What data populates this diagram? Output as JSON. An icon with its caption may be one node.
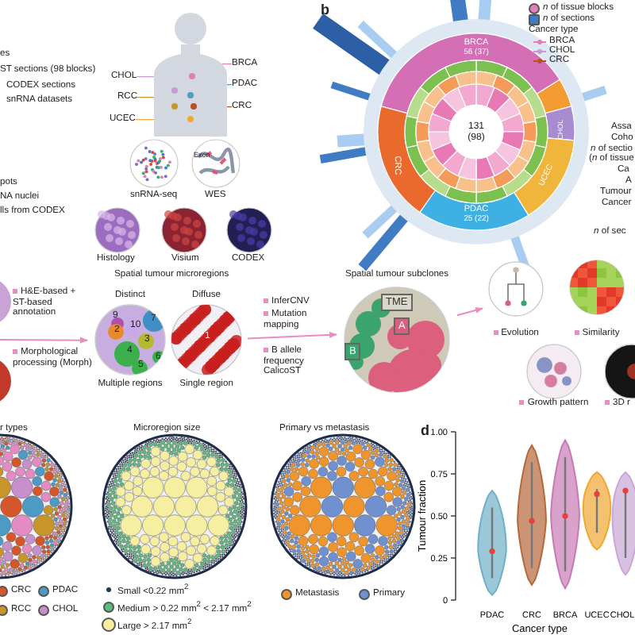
{
  "diagram": {
    "nodes": [
      {
        "text": [],
        "shape": "person"
      },
      {
        "text": [
          "CHOL"
        ]
      },
      {
        "text": [
          "RCC"
        ]
      },
      {
        "text": [
          "UCEC"
        ]
      },
      {
        "text": [
          "BRCA"
        ]
      },
      {
        "text": [
          "PDAC"
        ]
      },
      {
        "text": [
          "CRC"
        ]
      },
      {
        "text": [],
        "shape": "circle",
        "in": 0
      },
      {
        "text": [],
        "shape": "circle",
        "in": 0
      },
      {
        "text": [],
        "shape": "circle",
        "in": 0
      },
      {
        "text": [],
        "shape": "circle",
        "in": 0
      },
      {
        "text": [],
        "shape": "circle",
        "in": 0
      },
      {
        "text": [],
        "shape": "circle",
        "in": 0
      },
      {
        "text": [
          "Distinct"
        ],
        "beside": [
          "Multiple regions"
        ]
      },
      {
        "text": [
          "Diffuse"
        ],
        "beside": [
          "Single region"
        ]
      },
      {
        "text": [
          "Spatial tumour subclones"
        ]
      },
      {
        "text": [
          "TME"
        ],
        "in": 15
      },
      {
        "text": [
          "A"
        ],
        "in": 15
      },
      {
        "text": [
          "B"
        ],
        "in": 15
      },
      {
        "text": [
          "Evolution"
        ]
      },
      {
        "text": [
          "Similarity"
        ]
      },
      {
        "text": [
          "Growth pattern"
        ]
      },
      {
        "text": [
          "3D r"
        ]
      }
    ],
    "edges": [
      {
        "from": 1,
        "to": 8,
        "arrow": "none",
        "color": "#c79ad6"
      },
      {
        "from": 2,
        "to": 10,
        "arrow": "none",
        "color": "#c8952b"
      },
      {
        "from": 3,
        "to": 12,
        "arrow": "none",
        "color": "#f0a830"
      },
      {
        "from": 4,
        "to": 7,
        "arrow": "none",
        "color": "#e07fb8"
      },
      {
        "from": 5,
        "to": 9,
        "arrow": "none",
        "color": "#4d9bc4"
      },
      {
        "from": 6,
        "to": 11,
        "arrow": "none",
        "color": "#b5502a"
      },
      {
        "from": null,
        "to": 13,
        "arrow": "to"
      },
      {
        "from": 14,
        "to": 15,
        "arrow": "to"
      },
      {
        "from": 15,
        "to": 19,
        "arrow": "to"
      }
    ],
    "labels": [
      "es",
      "ST sections (98 blocks)",
      "CODEX sections",
      "snRNA datasets",
      "snRNA-seq",
      "WES",
      "Exon",
      "pots",
      "NA nuclei",
      "lls from CODEX",
      "Histology",
      "Visium",
      "CODEX",
      "b",
      "Cancer type",
      "BRCA",
      "56 (37)",
      "131 (98)",
      "CHOL",
      "CRC",
      "UCEC",
      "PDAC",
      "25 (22)",
      "Assa",
      "Coho",
      "*n* of sectio",
      "(*n* of tissue",
      "Ca",
      "A",
      "Tumour",
      "Cancer",
      "*n* of sec",
      "H&E-based + ST-based annotation",
      "Morphological processing (Morph)",
      "Spatial tumour microregions",
      "9",
      "10",
      "7",
      "2",
      "3",
      "4",
      "5",
      "6",
      "1",
      "InferCNV",
      "Mutation mapping",
      "B allele frequency CalicoST",
      "r types",
      "Microregion size",
      "Primary vs metastasis",
      "d"
    ],
    "legend": [
      {
        "text": "*n* of tissue blocks",
        "color": "#e07fb8"
      },
      {
        "text": "*n* of sections",
        "color": "#3f7cc4"
      },
      {
        "text": "BRCA"
      },
      {
        "text": "CHOL"
      },
      {
        "text": "CRC"
      },
      {
        "text": "CRC",
        "color": "#d5562b"
      },
      {
        "text": "PDAC",
        "color": "#4d9bc4"
      },
      {
        "text": "RCC",
        "color": "#c8952b"
      },
      {
        "text": "CHOL",
        "color": "#c78fcc"
      },
      {
        "text": "Small <0.22 mm$^{2}$",
        "color": "#243659"
      },
      {
        "text": "Medium > 0.22 mm$^{2}$ < 2.17 mm$^{2}$",
        "color": "#5dbb7d"
      },
      {
        "text": "Large > 2.17 mm$^{2}$",
        "color": "#f6eea0"
      },
      {
        "text": "Metastasis",
        "color": "#f0952b"
      },
      {
        "text": "Primary",
        "color": "#7090d0"
      }
    ],
    "chart_data": {
      "type": "scatter",
      "xlabel": "Cancer type",
      "ylabel": "Tumour fraction",
      "categories": [
        "PDAC",
        "CRC",
        "BRCA",
        "UCEC",
        "CHOL"
      ],
      "values": [
        0.29,
        0.47,
        0.5,
        0.63,
        0.65
      ],
      "ylim": [
        0,
        1
      ],
      "yticks": [
        {
          "value": 0,
          "label": "0"
        },
        {
          "value": 0.25,
          "label": "0.25"
        },
        {
          "value": 0.5,
          "label": "0.50"
        },
        {
          "value": 0.75,
          "label": "0.75"
        },
        {
          "value": 1,
          "label": "1.00"
        }
      ]
    }
  }
}
